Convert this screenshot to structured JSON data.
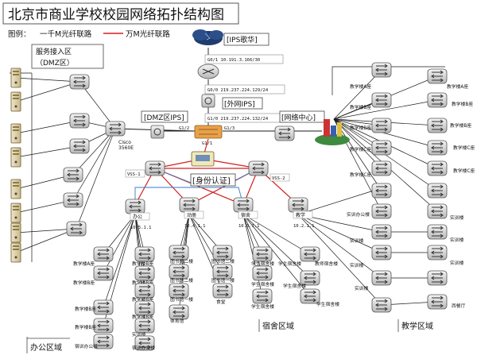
{
  "title": "北京市商业学校校园网络拓扑结构图",
  "legend": {
    "prefix": "图例：",
    "gigabit": "一千M光纤联路",
    "tengig": "万M光纤联路"
  },
  "colors": {
    "gigabit_line": "#1a1a1a",
    "tengig_line": "#d22020",
    "blue_line": "#3a78c8",
    "switch_body": "#e0e0e0",
    "core_orange": "#e9a14a",
    "cloud": "#1f3c6e"
  },
  "zones": {
    "dmz_top": "服务接入区",
    "dmz_bottom": "（DMZ区）",
    "office": "办公区域",
    "dorm": "宿舍区域",
    "teach": "教学区域"
  },
  "boxes": {
    "ips_isp": "[IPS歌华]",
    "dmz_ips": "[DMZ区IPS]",
    "wan_ips": "[外网IPS]",
    "network_center": "[网络中心]",
    "auth": "[身份认证]"
  },
  "addresses": {
    "isp_top": "G0/1 10.191.3.166/30",
    "router_g00": "G0/0 219.237.224.129/24",
    "g01_wan": "G1/0 219.237.224.132/24"
  },
  "core_ports": {
    "left": "G1/2",
    "right": "G1/3",
    "bottom": "G1/1"
  },
  "cisco_label": {
    "line1": "Cisco",
    "line2": "3560E"
  },
  "vss": {
    "left": "VSS-1",
    "right": "VSS-2"
  },
  "dist": [
    {
      "name": "办公",
      "ip": "10.5.1.1"
    },
    {
      "name": "动册",
      "ip": "10.4.1.1"
    },
    {
      "name": "宿舍",
      "ip": "10.3.1.1"
    },
    {
      "name": "教学",
      "ip": "10.2.1.1"
    }
  ],
  "office_switches": [
    "教学楼A座",
    "教学楼B座",
    "教学楼B座",
    "教学楼B座",
    "教学楼B座",
    "教学楼B座",
    "教学楼B座",
    "教学楼B座",
    "宿训办公楼",
    "实训楼",
    "宿训办公楼"
  ],
  "office_mid": [
    "图书馆二楼",
    "图书馆二楼",
    "图书馆一楼",
    "体育馆",
    "图书馆二楼",
    "图书馆一楼",
    "食堂"
  ],
  "dorm_switches": [
    "学生宿舍楼",
    "学生宿舍楼",
    "学生宿舍楼",
    "学生宿舍楼",
    "教师宿舍楼",
    "学生宿舍楼",
    "学生宿舍楼"
  ],
  "teach_switches": [
    "教学楼A座",
    "教学楼A座",
    "教学楼B座",
    "教学楼B座",
    "教学楼B座",
    "教学楼B座",
    "教学楼C座",
    "教学楼C座",
    "教学楼C座",
    "教学楼C座",
    "实训办公楼",
    "实训楼",
    "实训楼",
    "实训楼",
    "实训楼",
    "实训楼",
    "实训楼",
    "西餐厅"
  ]
}
